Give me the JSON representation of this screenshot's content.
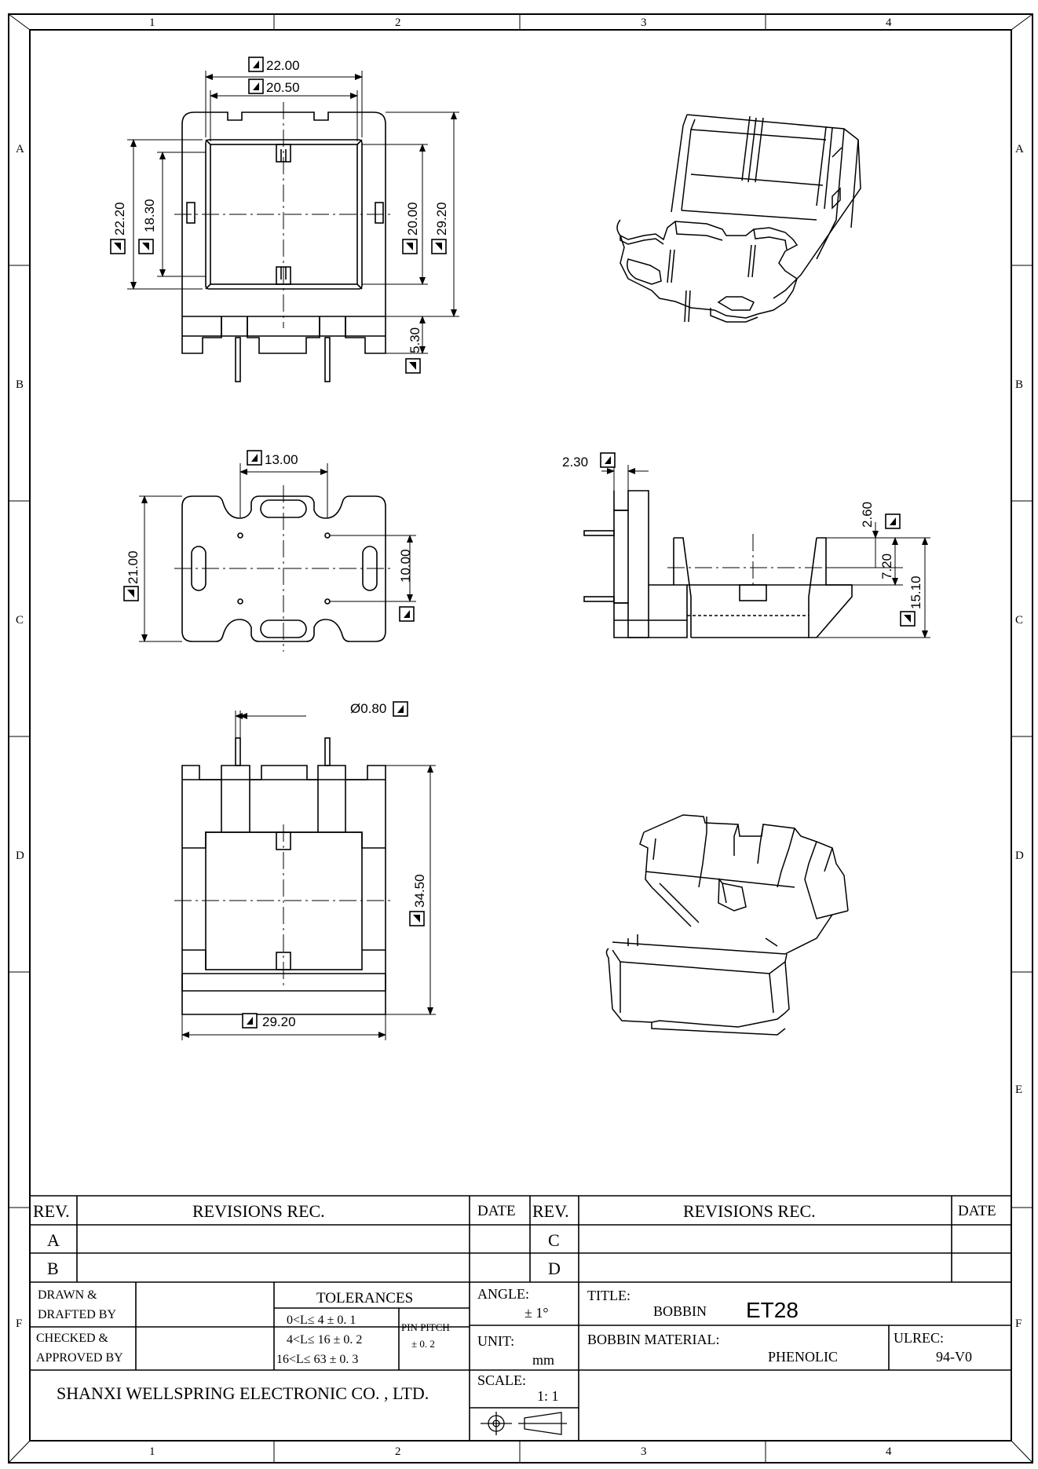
{
  "border": {
    "columns": [
      "1",
      "2",
      "3",
      "4"
    ],
    "rows": [
      "A",
      "B",
      "C",
      "D",
      "E",
      "F"
    ]
  },
  "dimensions": {
    "top_width_outer": "22.00",
    "top_width_inner": "20.50",
    "top_height_left_outer": "22.20",
    "top_height_left_inner": "18.30",
    "top_height_right_inner": "20.00",
    "top_height_right_outer": "29.20",
    "top_pin_length": "5.30",
    "bottom_slot_spacing": "13.00",
    "bottom_height": "21.00",
    "bottom_pin_spacing": "10.00",
    "side_flange": "2.30",
    "side_h1": "2.60",
    "side_h2": "7.20",
    "side_h3": "15.10",
    "pin_diameter": "Ø0.80",
    "front_height": "34.50",
    "front_width": "29.20"
  },
  "title_block": {
    "rev_header": "REV.",
    "revisions_header": "REVISIONS REC.",
    "date_header": "DATE",
    "rev_rows_left": [
      "A",
      "B"
    ],
    "rev_rows_right": [
      "C",
      "D"
    ],
    "drawn_line1": "DRAWN  &",
    "drawn_line2": "DRAFTED BY",
    "checked_line1": "CHECKED  &",
    "checked_line2": "APPROVED BY",
    "tolerances_label": "TOLERANCES",
    "tol_row1": "0<L≤ 4   ± 0. 1",
    "tol_row2": "4<L≤ 16 ± 0. 2",
    "tol_row3": "16<L≤ 63 ± 0. 3",
    "pin_pitch_label": "PIN PITCH",
    "pin_pitch_value": "± 0. 2",
    "angle_label": "ANGLE:",
    "angle_value": "± 1°",
    "unit_label": "UNIT:",
    "unit_value": "mm",
    "scale_label": "SCALE:",
    "scale_value": "1: 1",
    "title_label": "TITLE:",
    "title_bobbin": "BOBBIN",
    "title_part": "ET28",
    "material_label": "BOBBIN MATERIAL:",
    "material_value": "PHENOLIC",
    "ulrec_label": "ULREC:",
    "ulrec_value": "94-V0",
    "company": "SHANXI WELLSPRING ELECTRONIC CO. , LTD."
  }
}
